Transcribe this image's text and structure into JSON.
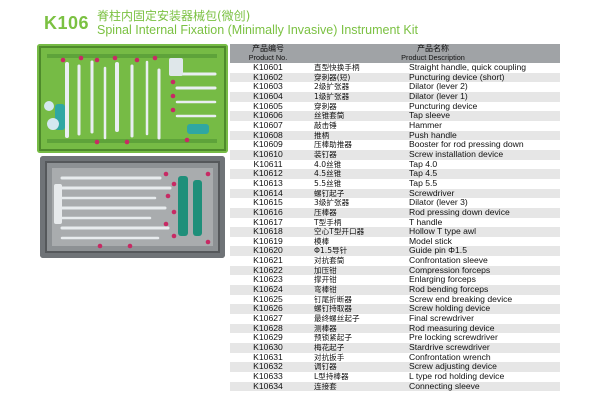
{
  "header": {
    "code": "K106",
    "title_cn": "脊柱内固定安装器械包(微创)",
    "title_en": "Spinal Internal Fixation (Minimally Invasive) Instrument Kit"
  },
  "table": {
    "col_no_cn": "产品编号",
    "col_no_en": "Product No.",
    "col_desc_cn": "产品名称",
    "col_desc_en": "Product Description",
    "rows": [
      {
        "no": "K10601",
        "cn": "直型快换手柄",
        "en": "Straight handle, quick coupling"
      },
      {
        "no": "K10602",
        "cn": "穿刺器(短)",
        "en": "Puncturing device (short)"
      },
      {
        "no": "K10603",
        "cn": "2级扩张器",
        "en": "Dilator (lever 2)"
      },
      {
        "no": "K10604",
        "cn": "1级扩张器",
        "en": "Dilator (lever 1)"
      },
      {
        "no": "K10605",
        "cn": "穿刺器",
        "en": "Puncturing device"
      },
      {
        "no": "K10606",
        "cn": "丝锥套筒",
        "en": "Tap sleeve"
      },
      {
        "no": "K10607",
        "cn": "敲击锤",
        "en": "Hammer"
      },
      {
        "no": "K10608",
        "cn": "推柄",
        "en": "Push handle"
      },
      {
        "no": "K10609",
        "cn": "压棒助推器",
        "en": "Booster for rod pressing down"
      },
      {
        "no": "K10610",
        "cn": "装钉器",
        "en": "Screw installation device"
      },
      {
        "no": "K10611",
        "cn": "4.0丝锥",
        "en": "Tap 4.0"
      },
      {
        "no": "K10612",
        "cn": "4.5丝锥",
        "en": "Tap 4.5"
      },
      {
        "no": "K10613",
        "cn": "5.5丝锥",
        "en": "Tap 5.5"
      },
      {
        "no": "K10614",
        "cn": "螺钉起子",
        "en": "Screwdriver"
      },
      {
        "no": "K10615",
        "cn": "3级扩张器",
        "en": "Dilator (lever 3)"
      },
      {
        "no": "K10616",
        "cn": "压棒器",
        "en": "Rod pressing down device"
      },
      {
        "no": "K10617",
        "cn": "T型手柄",
        "en": "T handle"
      },
      {
        "no": "K10618",
        "cn": "空心T型开口器",
        "en": "Hollow T type awl"
      },
      {
        "no": "K10619",
        "cn": "模棒",
        "en": "Model stick"
      },
      {
        "no": "K10620",
        "cn": "Φ1.5导针",
        "en": "Guide pin Φ1.5"
      },
      {
        "no": "K10621",
        "cn": "对抗套筒",
        "en": "Confrontation sleeve"
      },
      {
        "no": "K10622",
        "cn": "加压钳",
        "en": "Compression forceps"
      },
      {
        "no": "K10623",
        "cn": "撑开钳",
        "en": "Enlarging forceps"
      },
      {
        "no": "K10624",
        "cn": "弯棒钳",
        "en": "Rod bending forceps"
      },
      {
        "no": "K10625",
        "cn": "钉尾折断器",
        "en": "Screw end breaking device"
      },
      {
        "no": "K10626",
        "cn": "螺钉持取器",
        "en": "Screw holding device"
      },
      {
        "no": "K10627",
        "cn": "最终螺丝起子",
        "en": "Final screwdriver"
      },
      {
        "no": "K10628",
        "cn": "测棒器",
        "en": "Rod measuring device"
      },
      {
        "no": "K10629",
        "cn": "预锁紧起子",
        "en": "Pre locking screwdriver"
      },
      {
        "no": "K10630",
        "cn": "梅花起子",
        "en": "Stardrive screwdriver"
      },
      {
        "no": "K10631",
        "cn": "对抗扳手",
        "en": "Confrontation wrench"
      },
      {
        "no": "K10632",
        "cn": "调钉器",
        "en": "Screw adjusting device"
      },
      {
        "no": "K10633",
        "cn": "L型持棒器",
        "en": "L type rod holding device"
      },
      {
        "no": "K10634",
        "cn": "连接套",
        "en": "Connecting sleeve"
      }
    ]
  },
  "colors": {
    "accent": "#7bc142",
    "header_bg": "#a0a3a6",
    "row_alt": "#e6e6e6",
    "tray_green": "#7ec24a",
    "tray_gray": "#7a7d80"
  }
}
